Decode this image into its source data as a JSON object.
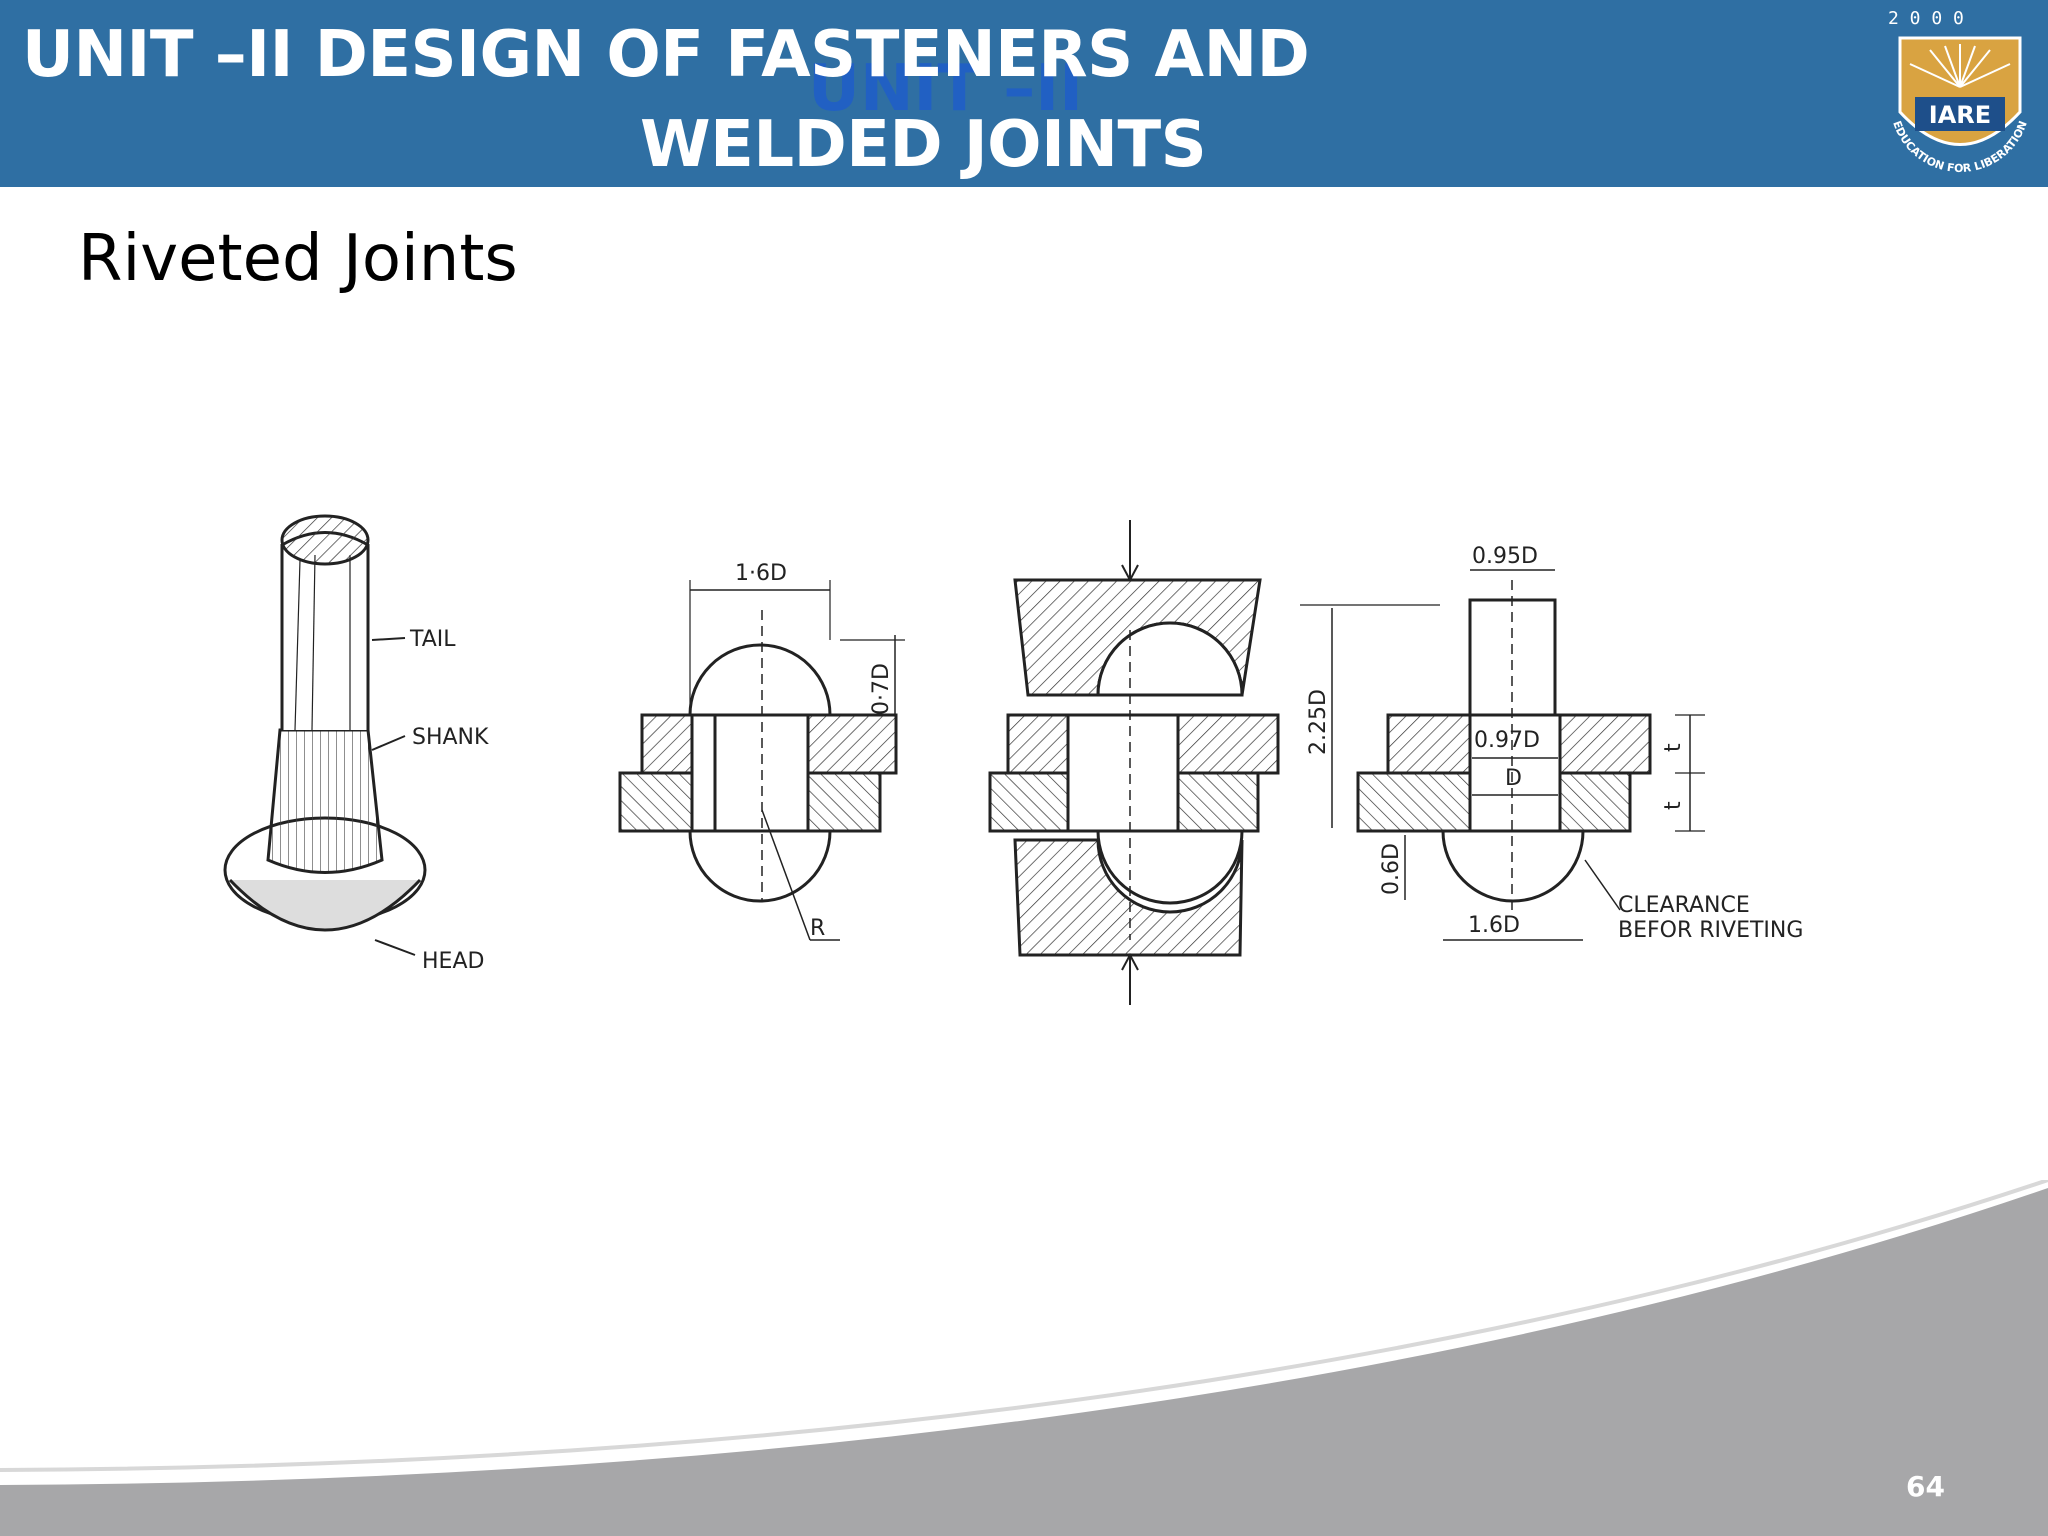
{
  "header": {
    "title_line1": "UNIT –II  DESIGN OF FASTENERS AND",
    "title_line2": "WELDED JOINTS",
    "ghost_text": "UNIT –II",
    "logo": {
      "year": "2 0 0 0",
      "name": "IARE",
      "motto": "EDUCATION FOR LIBERATION"
    }
  },
  "slide": {
    "subtitle": "Riveted Joints",
    "page_number": "64"
  },
  "figure": {
    "rivet_labels": {
      "tail": "TAIL",
      "shank": "SHANK",
      "head": "HEAD"
    },
    "dims": {
      "head_dia": "1·6D",
      "head_height": "0·7D",
      "radius": "R",
      "tail_dia": "0.95D",
      "length": "2.25D",
      "hole_dia": "0.97D",
      "dia": "D",
      "plate_t1": "t",
      "plate_t2": "t",
      "head_h2": "0.6D",
      "head_dia2": "1.6D",
      "clearance_1": "CLEARANCE",
      "clearance_2": "BEFOR RIVETING"
    }
  },
  "colors": {
    "header_bg": "#2f6fa3",
    "wave_gray": "#a7a7a9"
  }
}
